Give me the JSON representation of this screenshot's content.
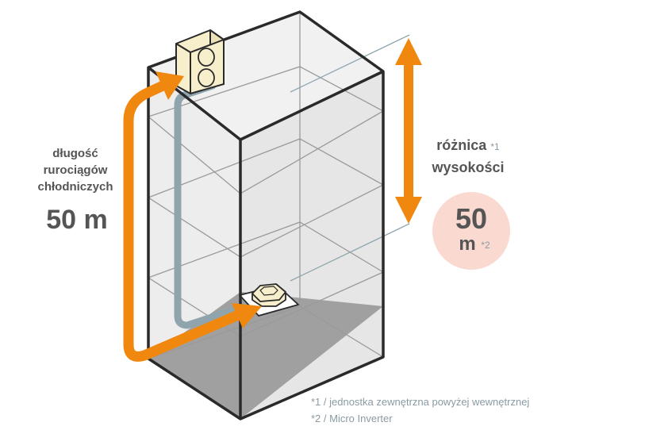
{
  "pipe_length": {
    "label_lines": [
      "długość",
      "rurociągów",
      "chłodniczych"
    ],
    "value": "50 m"
  },
  "height_difference": {
    "label_line1": "różnica",
    "label_line1_mark": "*1",
    "label_line2": "wysokości",
    "value": "50",
    "unit": "m",
    "unit_mark": "*2"
  },
  "footnotes": [
    "*1 / jednostka zewnętrzna powyżej wewnętrznej",
    "*2 / Micro Inverter"
  ],
  "colors": {
    "arrow": "#f0870f",
    "pipe": "#8fa4ad",
    "building_outline": "#2a2a2a",
    "floor_lines": "#999999",
    "ground": "#a0a0a0",
    "badge": "#fad9d1",
    "text": "#555555",
    "footnote_text": "#8a9ba3",
    "unit_body": "#f7eecb"
  },
  "icons": [
    "outdoor-unit-icon",
    "indoor-unit-icon",
    "vertical-double-arrow-icon"
  ]
}
